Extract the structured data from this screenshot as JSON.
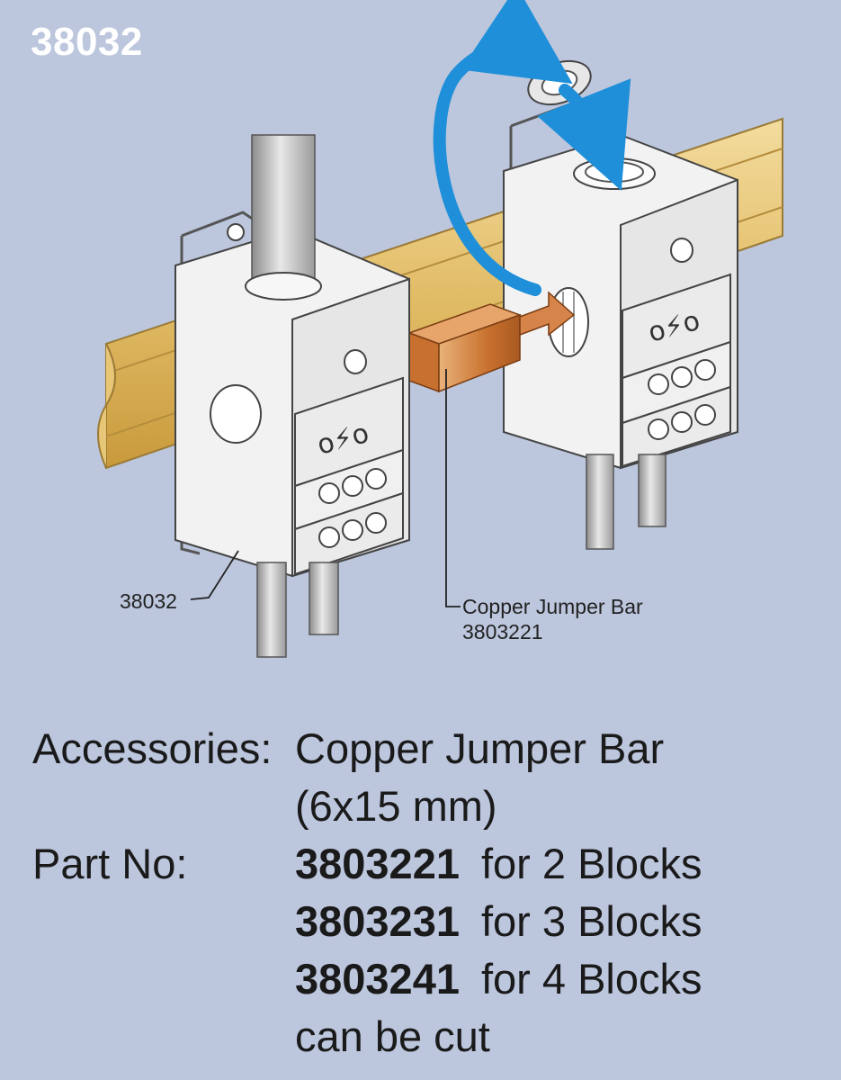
{
  "title": "38032",
  "callouts": {
    "block_label": "38032",
    "bar_name": "Copper Jumper Bar",
    "bar_part": "3803221"
  },
  "accessories": {
    "label": "Accessories:",
    "item": "Copper Jumper Bar",
    "dimensions": "(6x15 mm)",
    "partno_label": "Part No:",
    "parts": [
      {
        "number": "3803221",
        "desc": "for 2 Blocks"
      },
      {
        "number": "3803231",
        "desc": "for 3 Blocks"
      },
      {
        "number": "3803241",
        "desc": "for 4 Blocks"
      }
    ],
    "note": "can be cut"
  },
  "colors": {
    "background": "#bcc6dd",
    "din_rail": "#e2bd68",
    "copper_bar": "#c9712e",
    "arrow_blue": "#1e8fd8"
  }
}
